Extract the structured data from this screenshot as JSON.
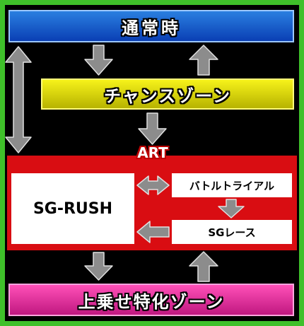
{
  "nodes": {
    "normal": "通常時",
    "chance_zone": "チャンスゾーン",
    "art": "ART",
    "sg_rush": "SG-RUSH",
    "battle_trial": "バトルトライアル",
    "sg_race": "SGレース",
    "uwanose_zone": "上乗せ特化ゾーン"
  },
  "colors": {
    "frame": "#3fc02a",
    "normal": "#1a5fd0",
    "chance_zone": "#e6e20c",
    "art": "#d90d12",
    "uwanose_zone": "#e23a9e",
    "arrow": "#8c8c8c"
  }
}
